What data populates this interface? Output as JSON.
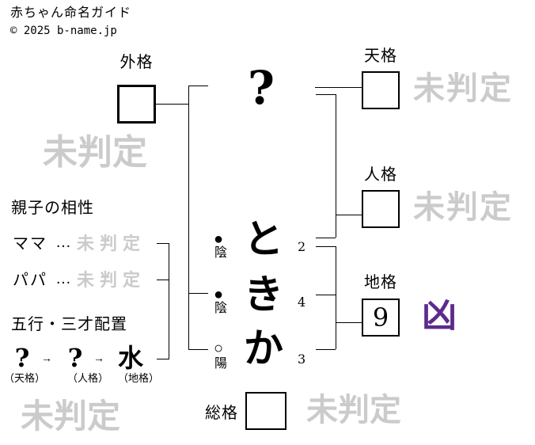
{
  "page": {
    "title": "赤ちゃん命名ガイド",
    "copyright": "© 2025 b-name.jp"
  },
  "colors": {
    "text": "#000000",
    "watermark_gray": "#cbcbcb",
    "kyou_purple": "#5b2b8e",
    "line": "#000000"
  },
  "diagram": {
    "surname_char": "?",
    "name_chars": [
      {
        "char": "と",
        "strokes": "2",
        "polarity_mark": "●",
        "polarity_label": "陰"
      },
      {
        "char": "き",
        "strokes": "4",
        "polarity_mark": "●",
        "polarity_label": "陰"
      },
      {
        "char": "か",
        "strokes": "3",
        "polarity_mark": "○",
        "polarity_label": "陽"
      }
    ],
    "kaku": {
      "gaikaku": {
        "label": "外格",
        "value": "",
        "result": "未判定"
      },
      "tenkaku": {
        "label": "天格",
        "value": "",
        "result": "未判定"
      },
      "jinkaku": {
        "label": "人格",
        "value": "",
        "result": "未判定"
      },
      "chikaku": {
        "label": "地格",
        "value": "9",
        "result": "凶"
      },
      "soukaku": {
        "label": "総格",
        "value": "",
        "result": "未判定"
      }
    }
  },
  "compatibility": {
    "heading": "親子の相性",
    "rows": [
      {
        "label": "ママ",
        "separator": "…",
        "result": "未判定"
      },
      {
        "label": "パパ",
        "separator": "…",
        "result": "未判定"
      }
    ]
  },
  "gogyou": {
    "heading": "五行・三才配置",
    "arrow": "→",
    "items": [
      {
        "element": "?",
        "label": "（天格）"
      },
      {
        "element": "?",
        "label": "（人格）"
      },
      {
        "element": "水",
        "label": "（地格）"
      }
    ],
    "sansai_result": "未判定"
  }
}
